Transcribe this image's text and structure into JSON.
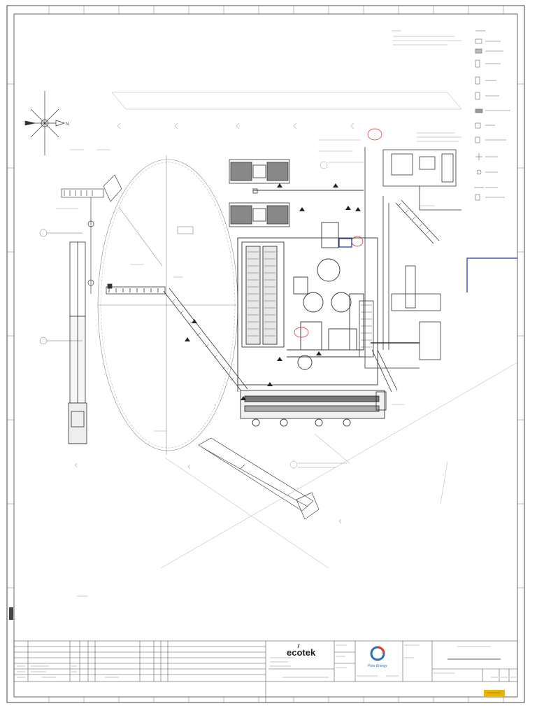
{
  "drawing": {
    "company_logo": "ecotek",
    "partner_logo": "Pure Energy",
    "north_label": "N",
    "colors": {
      "line": "#3a3a3a",
      "revision_cloud": "#d62020",
      "highlight": "#1f2fb3",
      "stamp": "#e9b400"
    },
    "icons": [
      "north-arrow-icon",
      "pure-energy-logo-icon",
      "revision-stamp"
    ]
  }
}
